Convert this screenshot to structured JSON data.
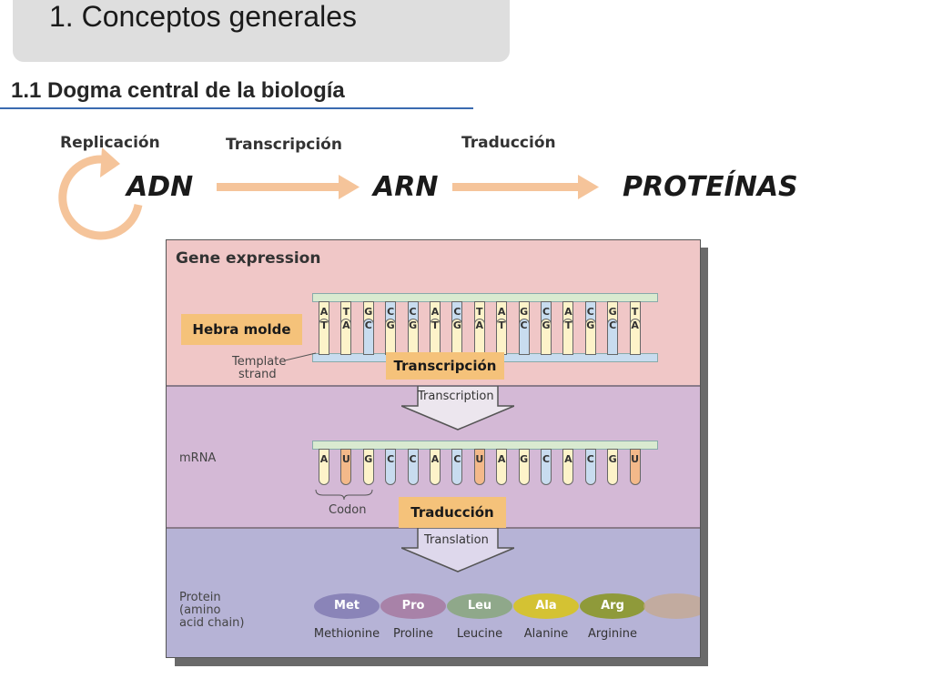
{
  "title": "1. Conceptos generales",
  "subtitle": "1.1 Dogma central de la biología",
  "flow": {
    "replication_label": "Replicación",
    "transcription_label": "Transcripción",
    "translation_label": "Traducción",
    "dna": "ADN",
    "rna": "ARN",
    "proteins": "PROTEÍNAS"
  },
  "figure": {
    "heading": "Gene expression",
    "template_strand": [
      "Template",
      "strand"
    ],
    "mrna_label": "mRNA",
    "codon_label": "Codon",
    "transcription_arrow": "Transcription",
    "translation_arrow": "Translation",
    "protein_label": [
      "Protein",
      "(amino",
      "acid chain)"
    ],
    "top_strand": [
      "A",
      "T",
      "G",
      "C",
      "C",
      "A",
      "C",
      "T",
      "A",
      "G",
      "C",
      "A",
      "C",
      "G",
      "T"
    ],
    "bottom_strand": [
      "T",
      "A",
      "C",
      "G",
      "G",
      "T",
      "G",
      "A",
      "T",
      "C",
      "G",
      "T",
      "G",
      "C",
      "A"
    ],
    "mrna_bases": [
      "A",
      "U",
      "G",
      "C",
      "C",
      "A",
      "C",
      "U",
      "A",
      "G",
      "C",
      "A",
      "C",
      "G",
      "U"
    ],
    "amino_acids": [
      {
        "abbr": "Met",
        "name": "Methionine",
        "color": "#8a84b8"
      },
      {
        "abbr": "Pro",
        "name": "Proline",
        "color": "#a882a8"
      },
      {
        "abbr": "Leu",
        "name": "Leucine",
        "color": "#8fa88a"
      },
      {
        "abbr": "Ala",
        "name": "Alanine",
        "color": "#d4c233"
      },
      {
        "abbr": "Arg",
        "name": "Arginine",
        "color": "#8f9a3a"
      }
    ]
  },
  "callouts": {
    "template": "Hebra molde",
    "transcription": "Transcripción",
    "translation": "Traducción"
  },
  "colors": {
    "flow_arrow": "#f5c49a",
    "callout_bg": "#f5c27a",
    "underline": "#3a6ab0"
  }
}
